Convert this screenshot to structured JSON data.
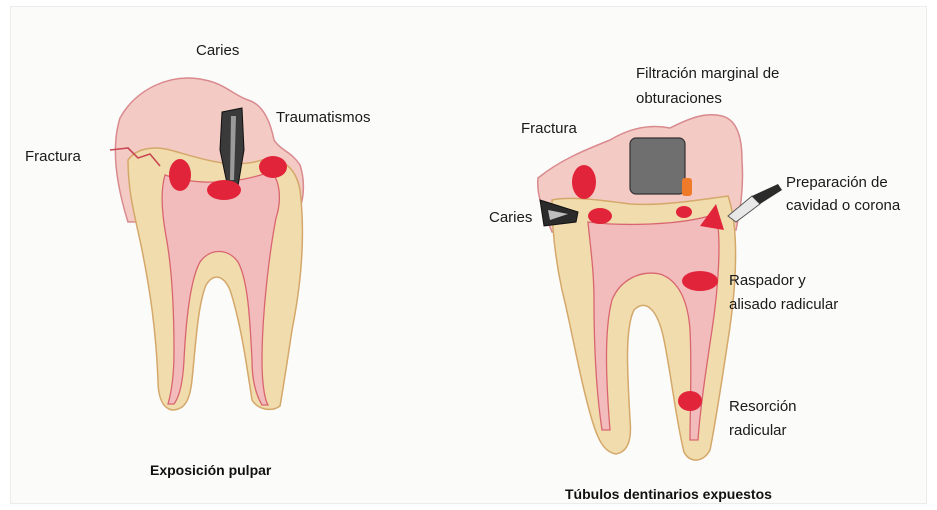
{
  "left_figure": {
    "labels": {
      "caries": "Caries",
      "traumatismos": "Traumatismos",
      "fractura": "Fractura"
    },
    "caption": "Exposición pulpar"
  },
  "right_figure": {
    "labels": {
      "filtracion_line1": "Filtración marginal de",
      "filtracion_line2": "obturaciones",
      "fractura": "Fractura",
      "caries": "Caries",
      "preparacion_line1": "Preparación de",
      "preparacion_line2": "cavidad o corona",
      "raspador_line1": "Raspador y",
      "raspador_line2": "alisado radicular",
      "resorcion_line1": "Resorción",
      "resorcion_line2": "radicular"
    },
    "caption": "Túbulos dentinarios expuestos"
  },
  "colors": {
    "dentin": "#f1dcae",
    "enamel": "#f3c7c3",
    "pulp": "#f0b7b8",
    "outline": "#d98a8e",
    "lesion": "#e2243a",
    "filling": "#6f6f6f",
    "instrument": "#2b2b2b"
  }
}
